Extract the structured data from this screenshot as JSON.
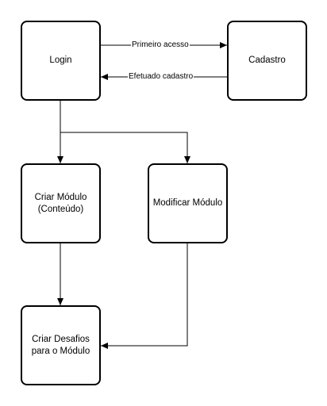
{
  "nodes": {
    "login": "Login",
    "cadastro": "Cadastro",
    "criar_modulo": "Criar Módulo\n(Conteúdo)",
    "modificar_modulo": "Modificar Módulo",
    "criar_desafios": "Criar Desafios\npara o Módulo"
  },
  "edges": {
    "primeiro_acesso": "Primeiro acesso",
    "efetuado_cadastro": "Efetuado cadastro"
  },
  "colors": {
    "stroke": "#000000",
    "background": "#ffffff"
  }
}
